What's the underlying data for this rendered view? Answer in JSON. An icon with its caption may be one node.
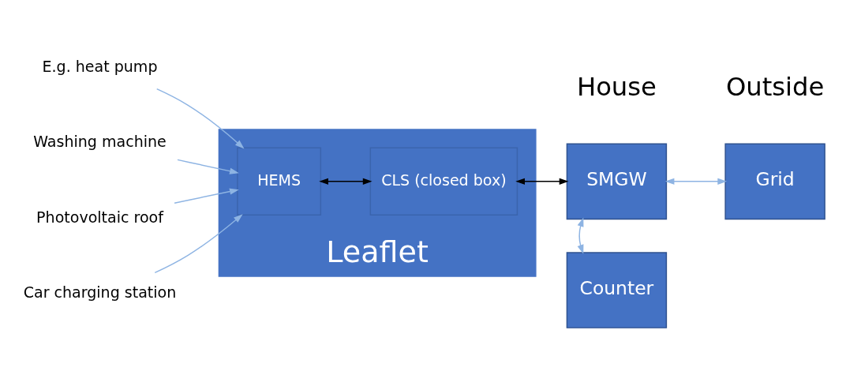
{
  "diagram": {
    "nodes": [
      {
        "text": [
          "E.g. heat pump"
        ]
      },
      {
        "text": [
          "Washing machine"
        ]
      },
      {
        "text": [
          "Photovoltaic roof"
        ]
      },
      {
        "text": [
          "Car charging station"
        ]
      },
      {
        "text": [
          "Leaflet"
        ]
      },
      {
        "text": [
          "HEMS"
        ],
        "in": 4
      },
      {
        "text": [
          "CLS (closed box)"
        ],
        "in": 4
      },
      {
        "text": [
          "SMGW"
        ]
      },
      {
        "text": [
          "Grid"
        ]
      },
      {
        "text": [
          "Counter"
        ]
      }
    ],
    "edges": [
      {
        "from": 0,
        "to": 5,
        "arrow": "to"
      },
      {
        "from": 1,
        "to": 5,
        "arrow": "to"
      },
      {
        "from": 2,
        "to": 5,
        "arrow": "to"
      },
      {
        "from": 3,
        "to": 5,
        "arrow": "to"
      },
      {
        "from": 5,
        "to": 6,
        "arrow": "both",
        "color": "#000000"
      },
      {
        "from": 6,
        "to": 7,
        "arrow": "both",
        "color": "#000000"
      },
      {
        "from": 7,
        "to": 8,
        "arrow": "both"
      },
      {
        "from": 7,
        "to": 9,
        "arrow": "both"
      }
    ],
    "labels": [
      "House",
      "Outside"
    ]
  }
}
